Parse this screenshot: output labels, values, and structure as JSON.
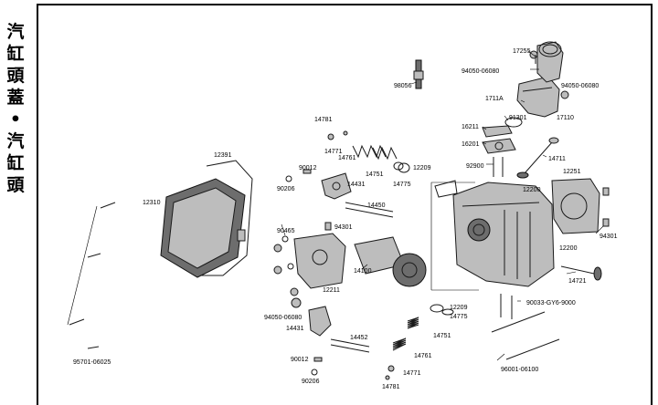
{
  "side_title": [
    "汽",
    "缸",
    "頭",
    "蓋",
    "•",
    "汽",
    "缸",
    "頭"
  ],
  "labels": {
    "p17255": "17255",
    "p94050_06080_a": "94050-06080",
    "p94050_06080_b": "94050-06080",
    "p98056": "98056",
    "p1711a": "1711A",
    "p91301": "91301",
    "p17110": "17110",
    "p16211": "16211",
    "p16201": "16201",
    "p92900": "92900",
    "p14711": "14711",
    "p12251": "12251",
    "p12200_a": "12200",
    "p12200_b": "12200",
    "p94301_r": "94301",
    "p14721": "14721",
    "p90033": "90033-GY6-9000",
    "p12209_b": "12209",
    "p14775_b": "14775",
    "p14751_b": "14751",
    "p14761_b": "14761",
    "p14771_b": "14771",
    "p14781_b": "14781",
    "p96001": "96001-06100",
    "p14781_a": "14781",
    "p14771_a": "14771",
    "p14761_a": "14761",
    "p14751_a": "14751",
    "p12209_a": "12209",
    "p14775_a": "14775",
    "p90012_a": "90012",
    "p14431_a": "14431",
    "p90206_a": "90206",
    "p14450": "14450",
    "p94301_c": "94301",
    "p12391": "12391",
    "p12310": "12310",
    "p90465": "90465",
    "p14100": "14100",
    "p12211": "12211",
    "p94050_06080_c": "94050-06080",
    "p14431_b": "14431",
    "p14452": "14452",
    "p90012_b": "90012",
    "p90206_b": "90206",
    "p95701": "95701-06025"
  }
}
